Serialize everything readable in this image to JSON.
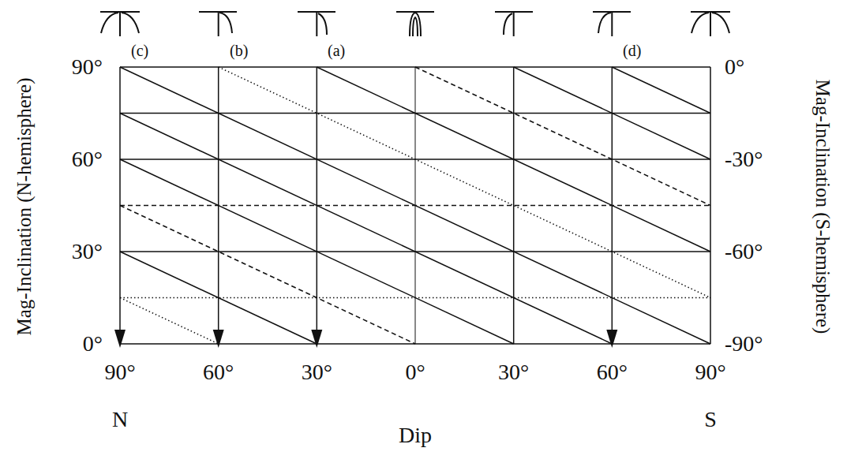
{
  "diagram": {
    "labels": [
      "(c)",
      "(b)",
      "(a)",
      "(d)",
      "90°",
      "60°",
      "30°",
      "0°",
      "0°",
      "-30°",
      "-60°",
      "-90°",
      "90°",
      "60°",
      "30°",
      "0°",
      "30°",
      "60°",
      "90°",
      "N",
      "Dip",
      "S",
      "Mag-Inclination (N-hemisphere)",
      "Mag-Inclination (S-hemisphere)"
    ]
  }
}
